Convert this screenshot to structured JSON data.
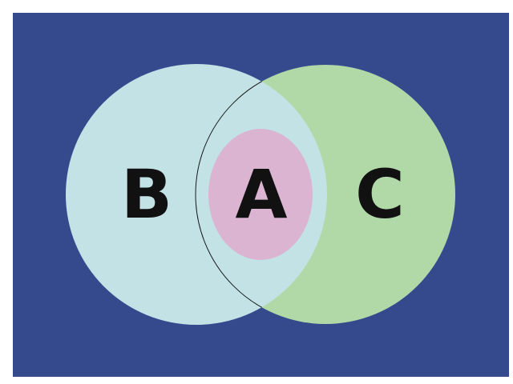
{
  "colors": {
    "background": "#354a8d",
    "set_b_fill": "#c2e2e6",
    "set_c_fill": "#b1d9a8",
    "set_a_fill": "#dbb4d2",
    "outline": "#1a1a1a",
    "label": "#111111"
  },
  "sets": {
    "a": {
      "label": "A"
    },
    "b": {
      "label": "B"
    },
    "c": {
      "label": "C"
    }
  }
}
